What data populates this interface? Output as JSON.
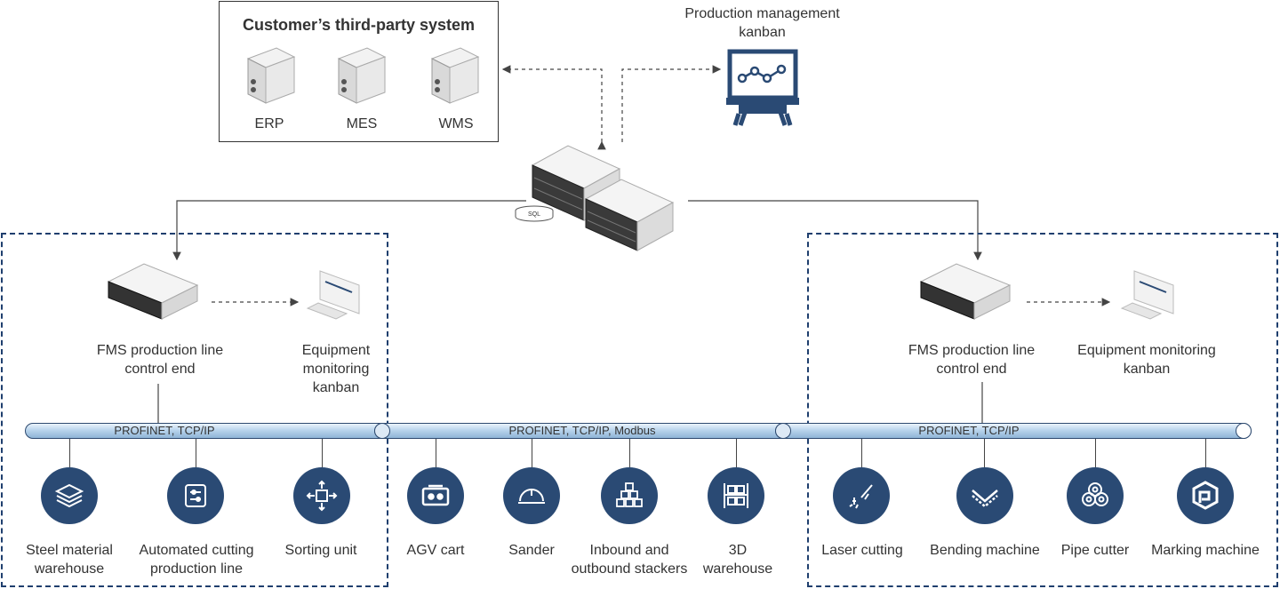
{
  "customer_system": {
    "title": "Customer’s third-party system",
    "servers": [
      "ERP",
      "MES",
      "WMS"
    ]
  },
  "top_kanban": {
    "label": "Production management\nkanban"
  },
  "central_server": {
    "db_label": "SQL"
  },
  "left_line": {
    "control_label": "FMS production line\ncontrol end",
    "monitor_label": "Equipment\nmonitoring\nkanban",
    "bus_label": "PROFINET, TCP/IP",
    "equipment": [
      "Steel material\nwarehouse",
      "Automated cutting\nproduction line",
      "Sorting unit"
    ]
  },
  "middle": {
    "bus_label": "PROFINET, TCP/IP, Modbus",
    "equipment": [
      "AGV cart",
      "Sander",
      "Inbound and\noutbound stackers",
      "3D\nwarehouse"
    ]
  },
  "right_line": {
    "control_label": "FMS production line\ncontrol end",
    "monitor_label": "Equipment monitoring\nkanban",
    "bus_label": "PROFINET, TCP/IP",
    "equipment": [
      "Laser cutting",
      "Bending machine",
      "Pipe cutter",
      "Marking machine"
    ]
  },
  "colors": {
    "accent": "#2a4a74",
    "dash": "#1f3f6e",
    "bus": "#b9d4ec"
  }
}
